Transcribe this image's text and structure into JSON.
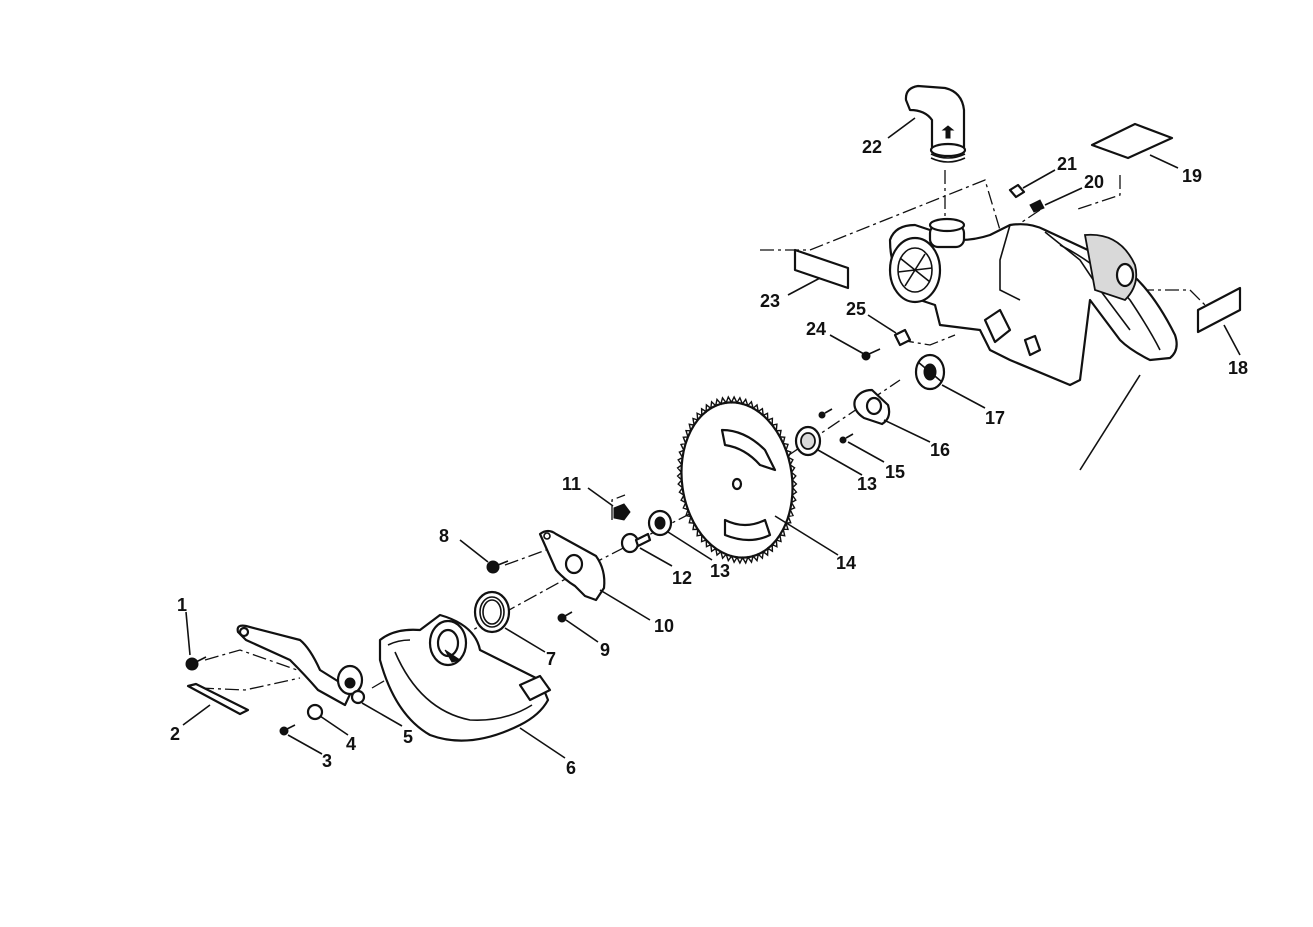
{
  "diagram": {
    "part_labels": [
      {
        "num": "1"
      },
      {
        "num": "2"
      },
      {
        "num": "3"
      },
      {
        "num": "4"
      },
      {
        "num": "5"
      },
      {
        "num": "6"
      },
      {
        "num": "7"
      },
      {
        "num": "8"
      },
      {
        "num": "9"
      },
      {
        "num": "10"
      },
      {
        "num": "11"
      },
      {
        "num": "12"
      },
      {
        "num": "13"
      },
      {
        "num": "13"
      },
      {
        "num": "14"
      },
      {
        "num": "15"
      },
      {
        "num": "16"
      },
      {
        "num": "17"
      },
      {
        "num": "18"
      },
      {
        "num": "19"
      },
      {
        "num": "20"
      },
      {
        "num": "21"
      },
      {
        "num": "22"
      },
      {
        "num": "23"
      },
      {
        "num": "24"
      },
      {
        "num": "25"
      }
    ]
  }
}
